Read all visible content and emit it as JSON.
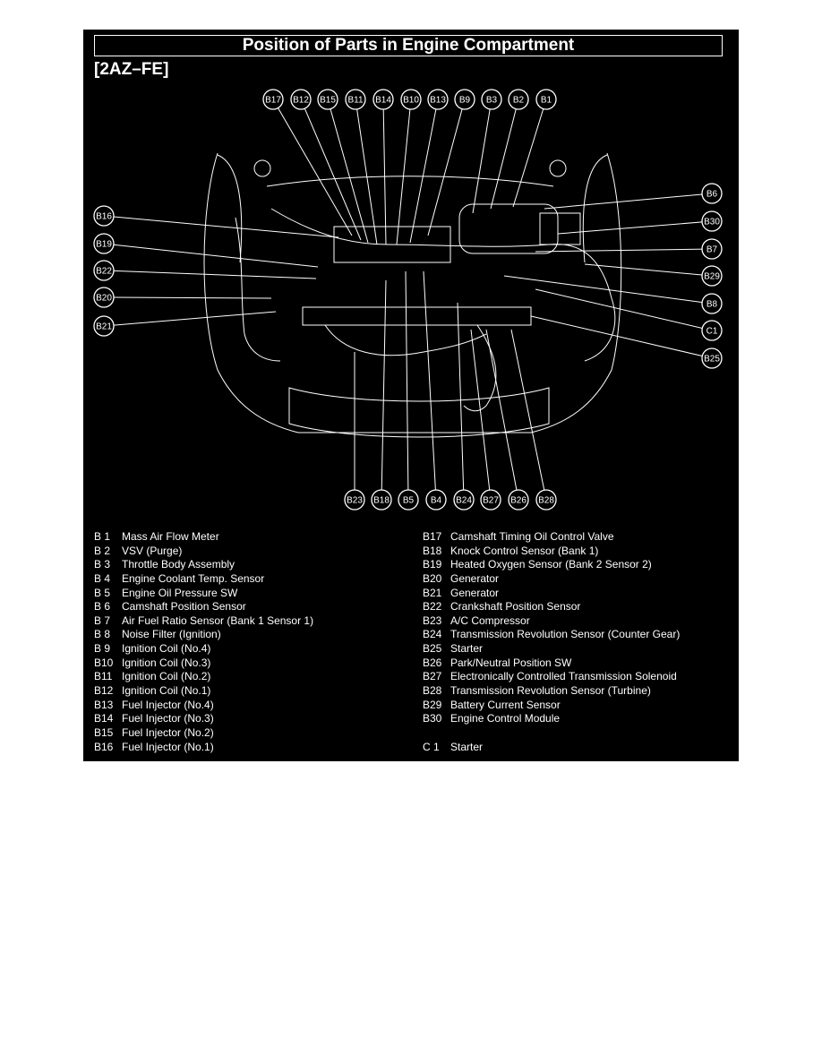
{
  "page": {
    "title": "Position of Parts in Engine Compartment",
    "model": "[2AZ–FE]"
  },
  "callouts": {
    "top": [
      "B17",
      "B12",
      "B15",
      "B11",
      "B14",
      "B10",
      "B13",
      "B9",
      "B3",
      "B2",
      "B1"
    ],
    "left": [
      "B16",
      "B19",
      "B22",
      "B20",
      "B21"
    ],
    "right": [
      "B6",
      "B30",
      "B7",
      "B29",
      "B8",
      "C1",
      "B25"
    ],
    "bottom": [
      "B23",
      "B18",
      "B5",
      "B4",
      "B24",
      "B27",
      "B26",
      "B28"
    ]
  },
  "legend_left": [
    {
      "code": "B  1",
      "label": "Mass Air Flow Meter"
    },
    {
      "code": "B  2",
      "label": "VSV (Purge)"
    },
    {
      "code": "B  3",
      "label": "Throttle Body Assembly"
    },
    {
      "code": "B  4",
      "label": "Engine Coolant Temp. Sensor"
    },
    {
      "code": "B  5",
      "label": "Engine Oil Pressure SW"
    },
    {
      "code": "B  6",
      "label": "Camshaft Position Sensor"
    },
    {
      "code": "B  7",
      "label": "Air Fuel Ratio Sensor (Bank 1 Sensor 1)"
    },
    {
      "code": "B  8",
      "label": "Noise Filter (Ignition)"
    },
    {
      "code": "B  9",
      "label": "Ignition Coil (No.4)"
    },
    {
      "code": "B10",
      "label": "Ignition Coil (No.3)"
    },
    {
      "code": "B11",
      "label": "Ignition Coil (No.2)"
    },
    {
      "code": "B12",
      "label": "Ignition Coil (No.1)"
    },
    {
      "code": "B13",
      "label": "Fuel Injector (No.4)"
    },
    {
      "code": "B14",
      "label": "Fuel Injector (No.3)"
    },
    {
      "code": "B15",
      "label": "Fuel Injector (No.2)"
    },
    {
      "code": "B16",
      "label": "Fuel Injector (No.1)"
    }
  ],
  "legend_right": [
    {
      "code": "B17",
      "label": "Camshaft Timing Oil Control Valve"
    },
    {
      "code": "B18",
      "label": "Knock Control Sensor (Bank 1)"
    },
    {
      "code": "B19",
      "label": "Heated Oxygen Sensor (Bank 2 Sensor 2)"
    },
    {
      "code": "B20",
      "label": "Generator"
    },
    {
      "code": "B21",
      "label": "Generator"
    },
    {
      "code": "B22",
      "label": "Crankshaft Position Sensor"
    },
    {
      "code": "B23",
      "label": "A/C Compressor"
    },
    {
      "code": "B24",
      "label": "Transmission Revolution Sensor (Counter Gear)"
    },
    {
      "code": "B25",
      "label": "Starter"
    },
    {
      "code": "B26",
      "label": "Park/Neutral Position SW"
    },
    {
      "code": "B27",
      "label": "Electronically Controlled Transmission Solenoid"
    },
    {
      "code": "B28",
      "label": "Transmission Revolution Sensor (Turbine)"
    },
    {
      "code": "B29",
      "label": "Battery Current Sensor"
    },
    {
      "code": "B30",
      "label": "Engine Control Module"
    },
    {
      "code": "",
      "label": ""
    },
    {
      "code": "C  1",
      "label": "Starter"
    }
  ]
}
